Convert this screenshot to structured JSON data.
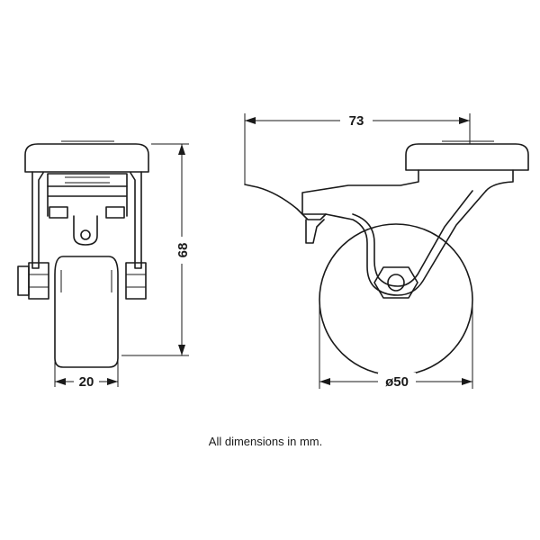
{
  "dimensions": {
    "top_width": "73",
    "height": "68",
    "wheel_width": "20",
    "wheel_diameter": "ø50"
  },
  "note": "All dimensions in mm."
}
